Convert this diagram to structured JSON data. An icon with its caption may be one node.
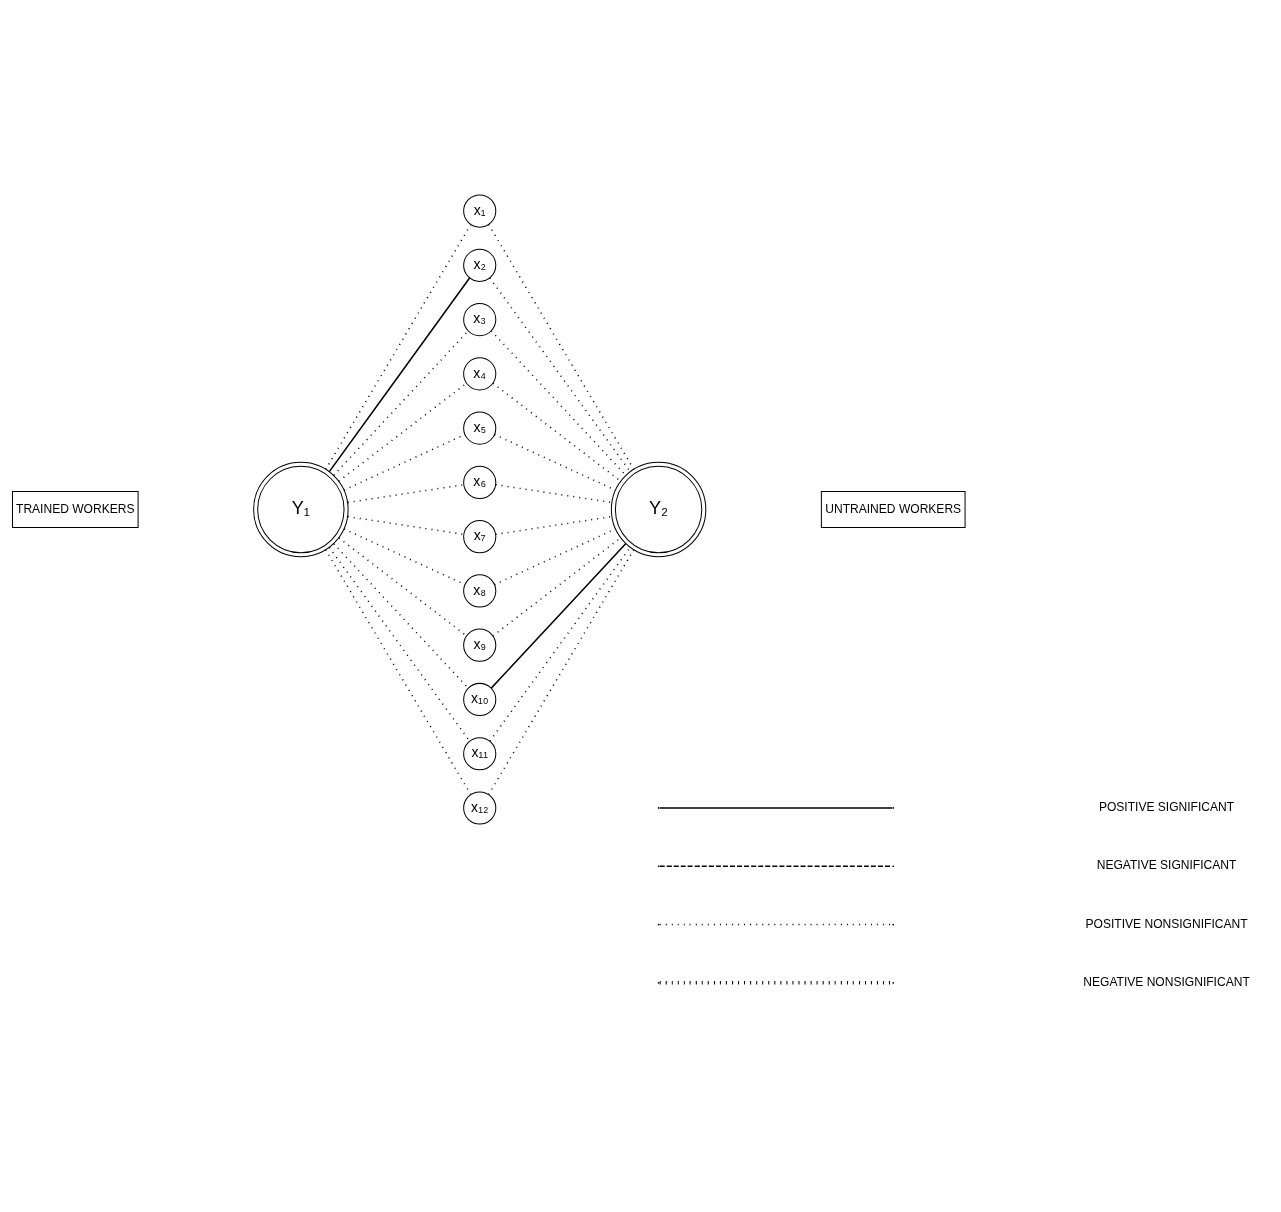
{
  "diagram": {
    "nodes": [
      {
        "text": [
          "TRAINED WORKERS"
        ]
      },
      {
        "text": [
          "Y₁"
        ]
      },
      {
        "text": [
          "x₁"
        ]
      },
      {
        "text": [
          "x₂"
        ]
      },
      {
        "text": [
          "x₃"
        ]
      },
      {
        "text": [
          "x₄"
        ]
      },
      {
        "text": [
          "x₅"
        ]
      },
      {
        "text": [
          "x₆"
        ]
      },
      {
        "text": [
          "x₇"
        ]
      },
      {
        "text": [
          "x₈"
        ]
      },
      {
        "text": [
          "x₉"
        ]
      },
      {
        "text": [
          "x₁₀"
        ]
      },
      {
        "text": [
          "x₁₁"
        ]
      },
      {
        "text": [
          "x₁₂"
        ]
      },
      {
        "text": [
          "Y₂"
        ]
      },
      {
        "text": [
          "UNTRAINED WORKERS"
        ]
      }
    ],
    "edges": [
      {
        "from": 1,
        "to": 2,
        "arrow": "none",
        "style": "dashed"
      },
      {
        "from": 1,
        "to": 3,
        "arrow": "none"
      },
      {
        "from": 1,
        "to": 4,
        "arrow": "none",
        "style": "dashed"
      },
      {
        "from": 1,
        "to": 5,
        "arrow": "none",
        "style": "dashed"
      },
      {
        "from": 1,
        "to": 6,
        "arrow": "none",
        "style": "dashed"
      },
      {
        "from": 1,
        "to": 7,
        "arrow": "none",
        "style": "dashed"
      },
      {
        "from": 1,
        "to": 8,
        "arrow": "none",
        "style": "dashed"
      },
      {
        "from": 1,
        "to": 9,
        "arrow": "none",
        "style": "dashed"
      },
      {
        "from": 1,
        "to": 10,
        "arrow": "none",
        "style": "dashed"
      },
      {
        "from": 1,
        "to": 11,
        "arrow": "none",
        "style": "dashed"
      },
      {
        "from": 1,
        "to": 12,
        "arrow": "none",
        "style": "dashed"
      },
      {
        "from": 1,
        "to": 13,
        "arrow": "none",
        "style": "dashed"
      },
      {
        "from": 2,
        "to": 14,
        "arrow": "none",
        "style": "dashed"
      },
      {
        "from": 3,
        "to": 14,
        "arrow": "none",
        "style": "dashed"
      },
      {
        "from": 4,
        "to": 14,
        "arrow": "none",
        "style": "dashed"
      },
      {
        "from": 5,
        "to": 14,
        "arrow": "none",
        "style": "dashed"
      },
      {
        "from": 6,
        "to": 14,
        "arrow": "none",
        "style": "dashed"
      },
      {
        "from": 7,
        "to": 14,
        "arrow": "none",
        "style": "dashed"
      },
      {
        "from": 8,
        "to": 14,
        "arrow": "none",
        "style": "dashed"
      },
      {
        "from": 9,
        "to": 14,
        "arrow": "none",
        "style": "dashed"
      },
      {
        "from": 10,
        "to": 14,
        "arrow": "none",
        "style": "dashed"
      },
      {
        "from": 11,
        "to": 14,
        "arrow": "none"
      },
      {
        "from": 12,
        "to": 14,
        "arrow": "none",
        "style": "dashed"
      },
      {
        "from": 13,
        "to": 14,
        "arrow": "none",
        "style": "dashed"
      }
    ],
    "legend": [
      {
        "text": "POSITIVE SIGNIFICANT"
      },
      {
        "text": "NEGATIVE SIGNIFICANT"
      },
      {
        "text": "POSITIVE NONSIGNIFICANT"
      },
      {
        "text": "NEGATIVE NONSIGNIFICANT"
      }
    ]
  }
}
